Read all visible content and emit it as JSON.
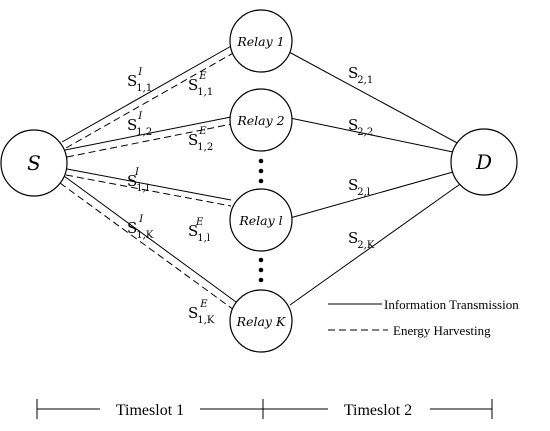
{
  "nodes": {
    "source": "S",
    "destination": "D",
    "relays": [
      "Relay 1",
      "Relay 2",
      "Relay l",
      "Relay K"
    ]
  },
  "edges": {
    "first_hop_info": [
      {
        "sym": "S",
        "sub": "1,1",
        "sup": "I"
      },
      {
        "sym": "S",
        "sub": "1,2",
        "sup": "I"
      },
      {
        "sym": "S",
        "sub": "1,l",
        "sup": "I"
      },
      {
        "sym": "S",
        "sub": "1,K",
        "sup": "I"
      }
    ],
    "first_hop_energy": [
      {
        "sym": "S",
        "sub": "1,1",
        "sup": "E"
      },
      {
        "sym": "S",
        "sub": "1,2",
        "sup": "E"
      },
      {
        "sym": "S",
        "sub": "1,l",
        "sup": "E"
      },
      {
        "sym": "S",
        "sub": "1,K",
        "sup": "E"
      }
    ],
    "second_hop": [
      {
        "sym": "S",
        "sub": "2,1"
      },
      {
        "sym": "S",
        "sub": "2,2"
      },
      {
        "sym": "S",
        "sub": "2,l"
      },
      {
        "sym": "S",
        "sub": "2,K"
      }
    ]
  },
  "legend": {
    "solid": "Information Transmission",
    "dashed": "Energy Harvesting"
  },
  "timeline": {
    "slot1": "Timeslot 1",
    "slot2": "Timeslot 2"
  }
}
